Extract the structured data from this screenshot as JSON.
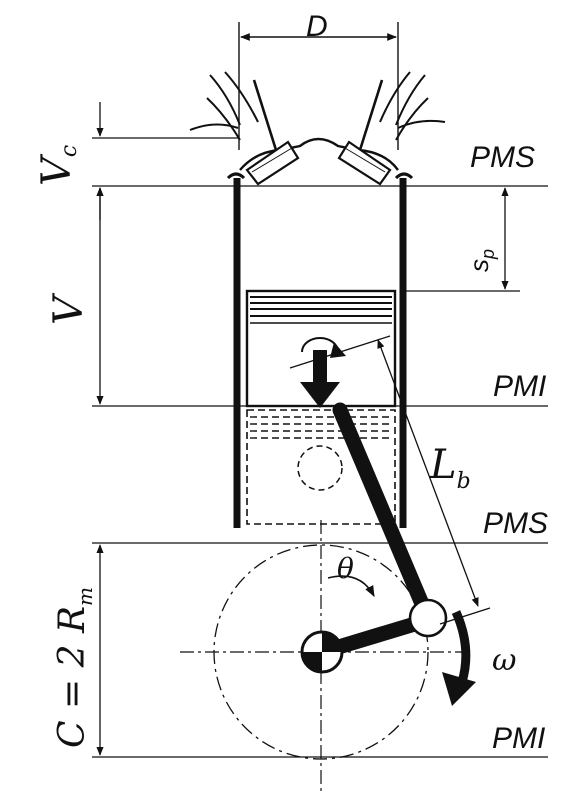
{
  "labels": {
    "bore": "D",
    "clearance_volume": "V",
    "clearance_volume_sub": "c",
    "swept_volume": "V",
    "piston_position": "s",
    "piston_position_sub": "p",
    "pms_top": "PMS",
    "pmi_top": "PMI",
    "rod_length": "L",
    "rod_length_sub": "b",
    "pms_crank": "PMS",
    "pmi_crank": "PMI",
    "crank_angle": "θ",
    "angular_velocity": "ω",
    "stroke": "C = 2 R",
    "stroke_sub": "m"
  },
  "colors": {
    "ink": "#111111",
    "paper": "#ffffff"
  }
}
